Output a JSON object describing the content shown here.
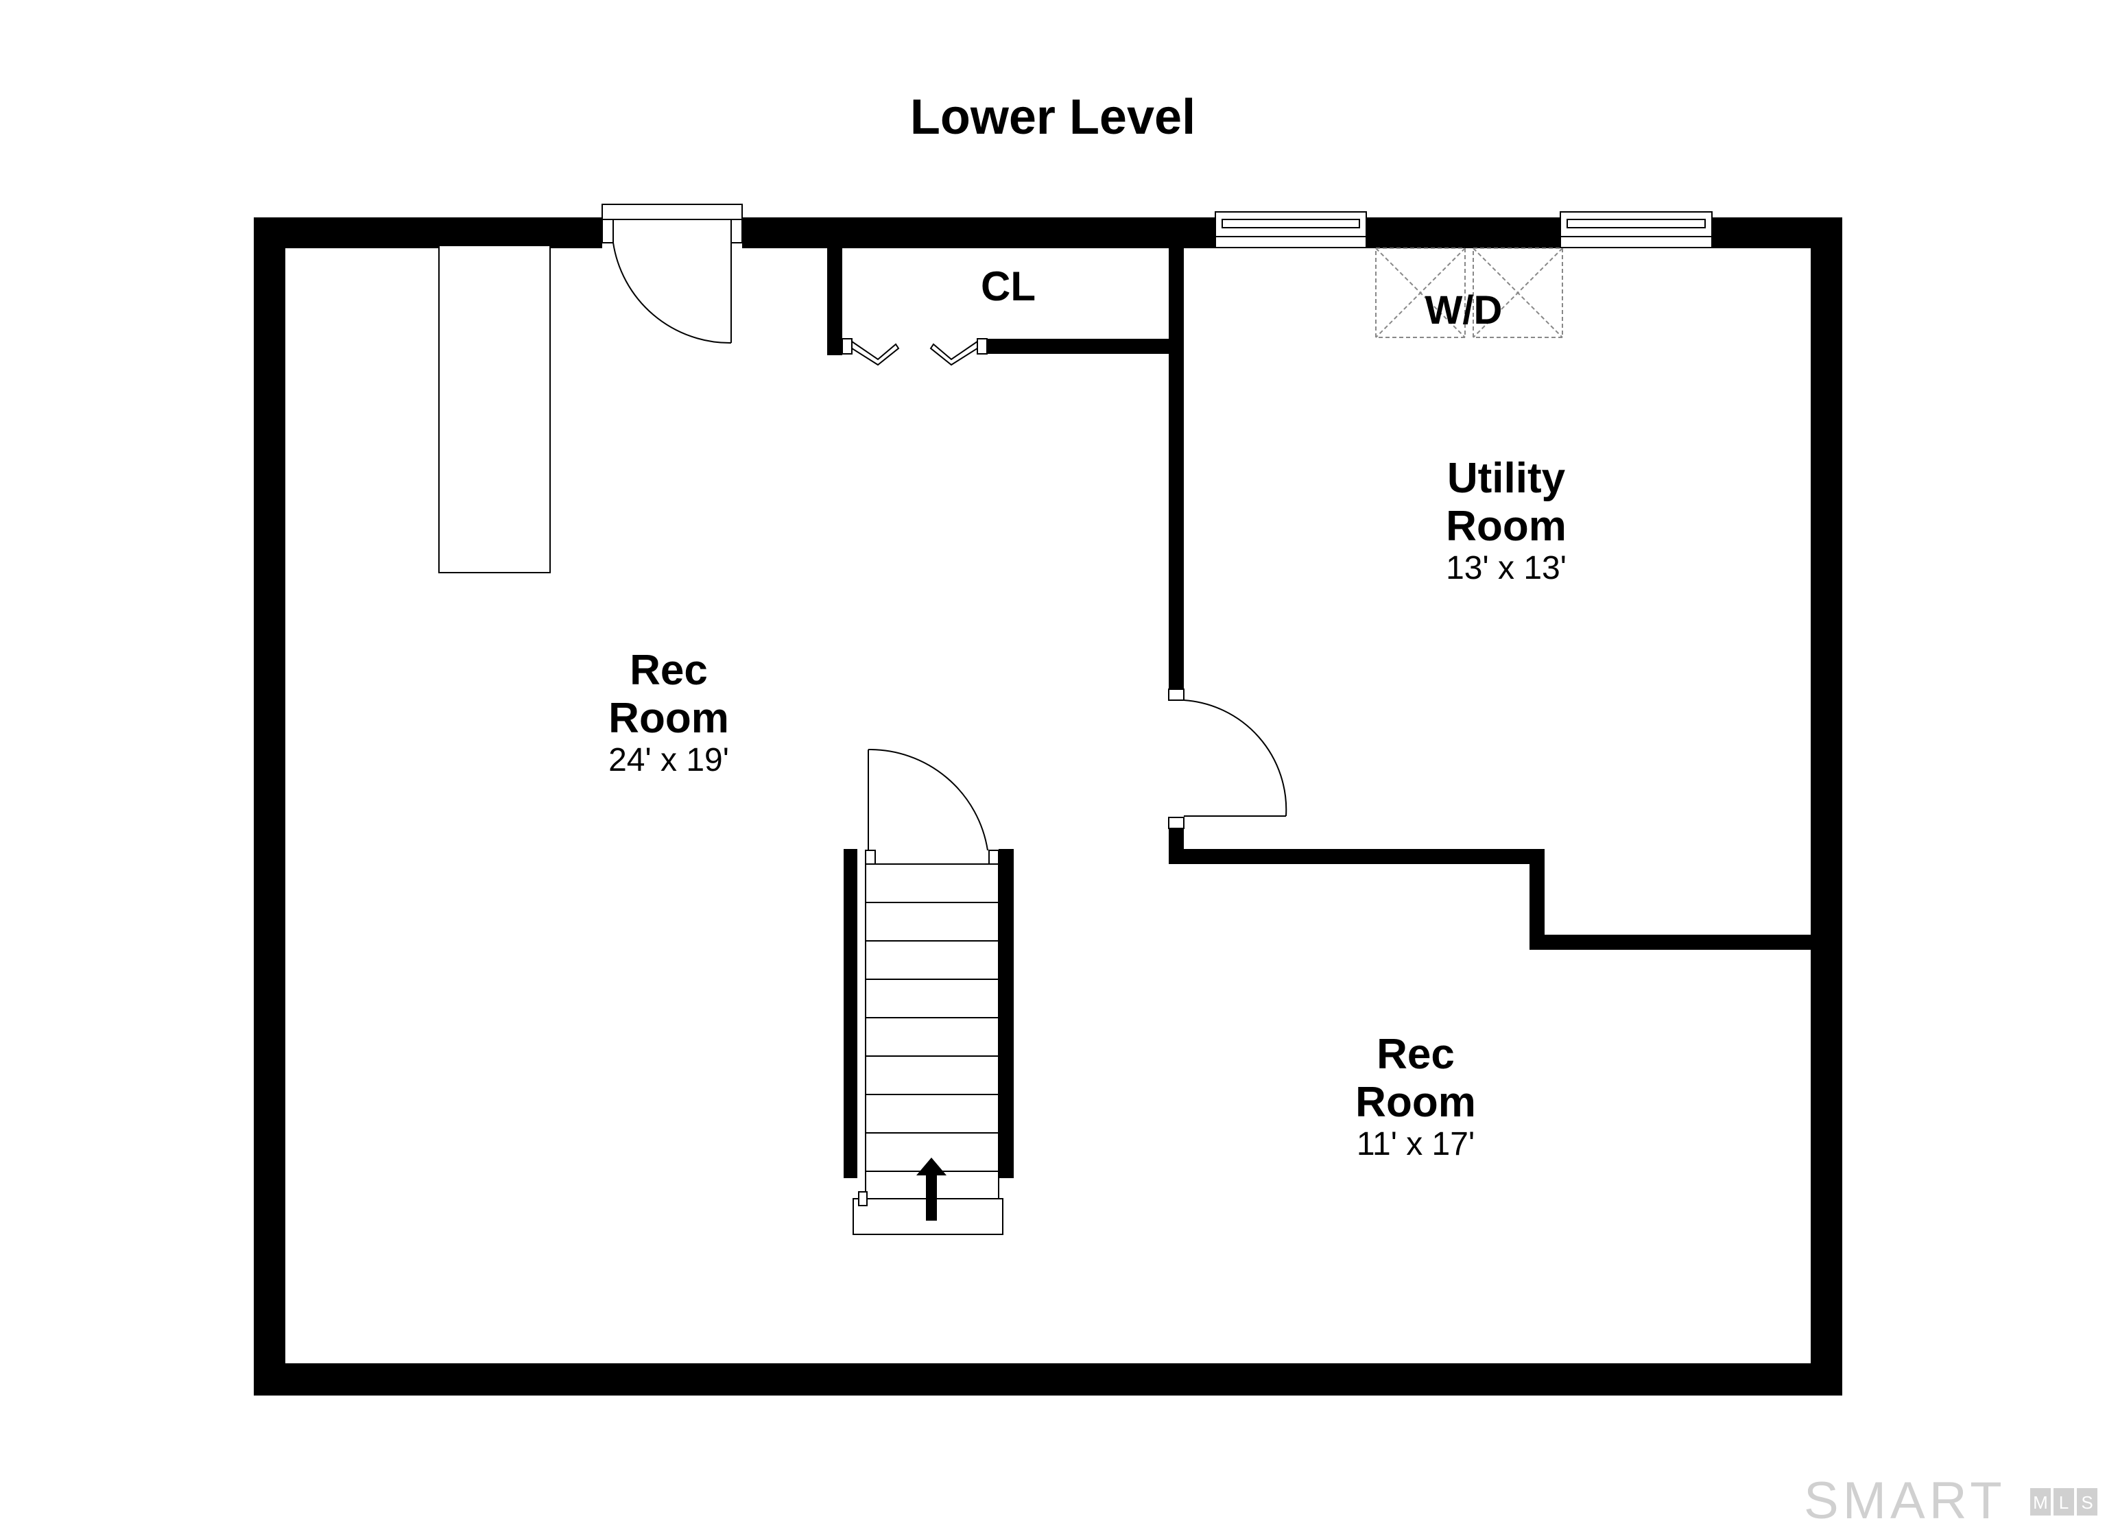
{
  "title": "Lower Level",
  "rooms": [
    {
      "name_line1": "Rec",
      "name_line2": "Room",
      "dimensions": "24' x 19'"
    },
    {
      "name_line1": "Utility",
      "name_line2": "Room",
      "dimensions": "13' x 13'"
    },
    {
      "name_line1": "Rec",
      "name_line2": "Room",
      "dimensions": "11' x 17'"
    }
  ],
  "labels": {
    "closet": "CL",
    "washer_dryer": "W/D"
  },
  "watermark": {
    "text": "SMART",
    "suffix": [
      "M",
      "L",
      "S"
    ]
  },
  "colors": {
    "wall": "#000000",
    "background": "#ffffff",
    "watermark": "#d0d0d0"
  }
}
